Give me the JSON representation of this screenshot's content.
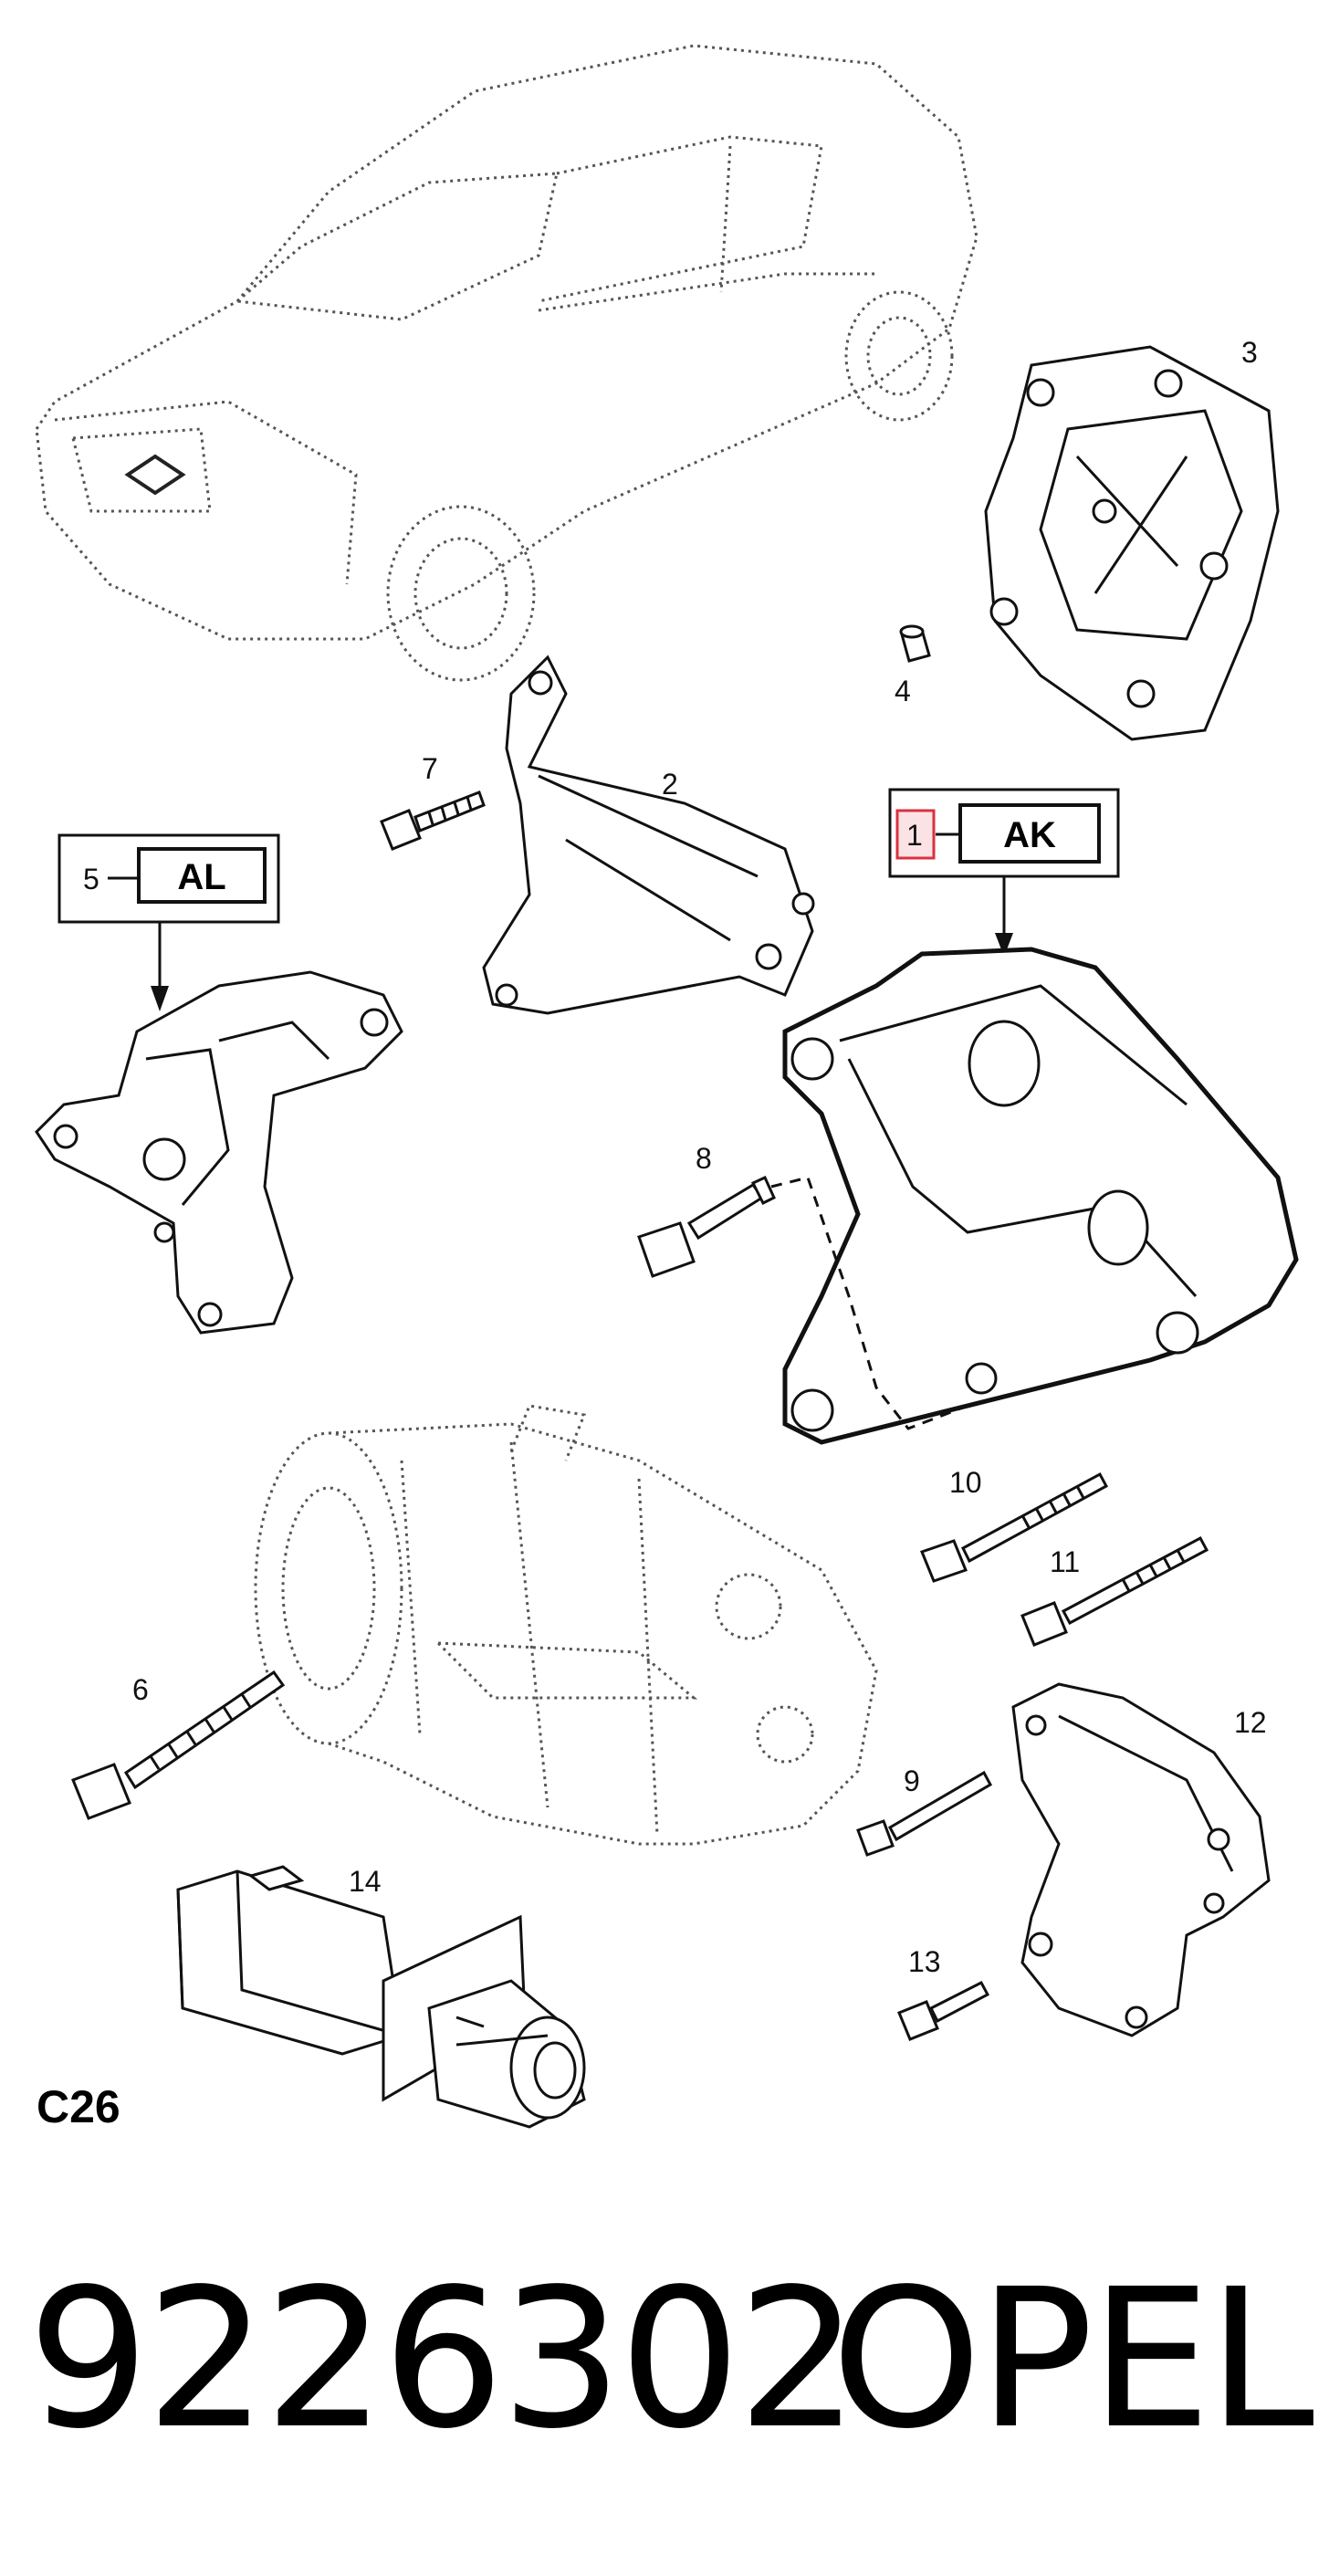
{
  "callouts": {
    "n1": "1",
    "n2": "2",
    "n3": "3",
    "n4": "4",
    "n5": "5",
    "n6": "6",
    "n7": "7",
    "n8": "8",
    "n9": "9",
    "n10": "10",
    "n11": "11",
    "n12": "12",
    "n13": "13",
    "n14": "14"
  },
  "labels": {
    "al": "AL",
    "ak": "AK"
  },
  "section_code": "C26",
  "part_number": "9226302",
  "brand": "OPEL",
  "colors": {
    "line": "#111111",
    "highlight_box": "#d9323f"
  }
}
